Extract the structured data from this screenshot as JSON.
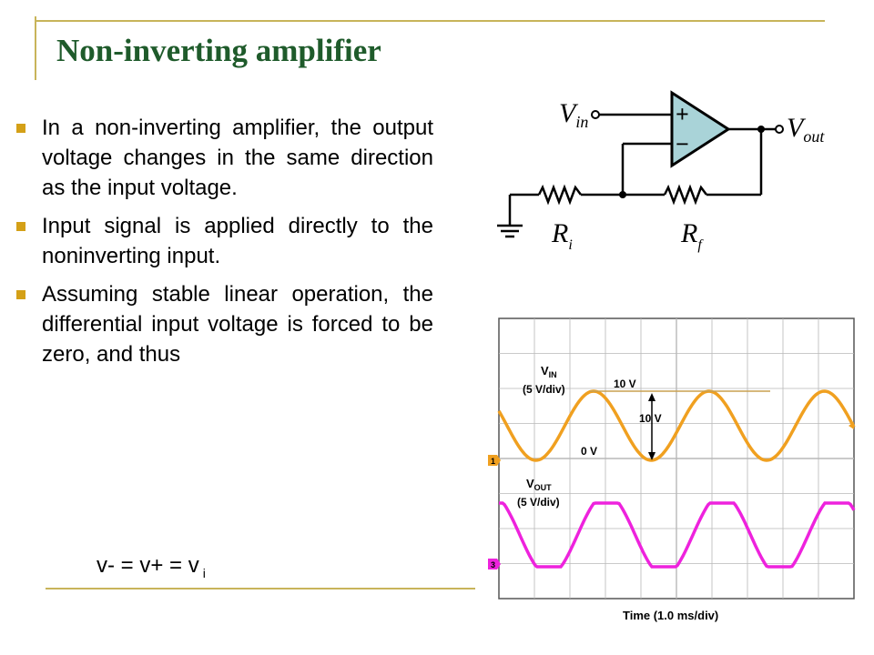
{
  "slide": {
    "title": "Non-inverting amplifier",
    "accent_color": "#c8b45a",
    "title_color": "#1f5b2b",
    "bullet_color": "#d4a017",
    "bullets": [
      "In a non-inverting amplifier, the output voltage changes in the same direction as the input voltage.",
      "Input signal is applied directly to the noninverting input.",
      "Assuming stable linear operation, the differential input voltage is forced to be zero, and thus"
    ],
    "equation": {
      "main": "v- = v+ = v",
      "sub": "i"
    }
  },
  "circuit": {
    "vin_main": "V",
    "vin_sub": "in",
    "vout_main": "V",
    "vout_sub": "out",
    "plus": "+",
    "minus": "−",
    "r1_main": "R",
    "r1_sub": "i",
    "rf_main": "R",
    "rf_sub": "f",
    "opamp_color": "#a9d3d8"
  },
  "scope": {
    "vin_label": "V",
    "vin_sub": "IN",
    "vin_scale": "(5 V/div)",
    "vout_label": "V",
    "vout_sub": "OUT",
    "vout_scale": "(5 V/div)",
    "peak_label": "10 V",
    "amplitude_label": "10 V",
    "zero_label": "0 V",
    "ch1_marker": "1",
    "ch3_marker": "3",
    "time_label": "Time (1.0 ms/div)",
    "vin_color": "#f0a020",
    "vout_color": "#ee22dd",
    "grid_color": "#b8b8b8"
  }
}
